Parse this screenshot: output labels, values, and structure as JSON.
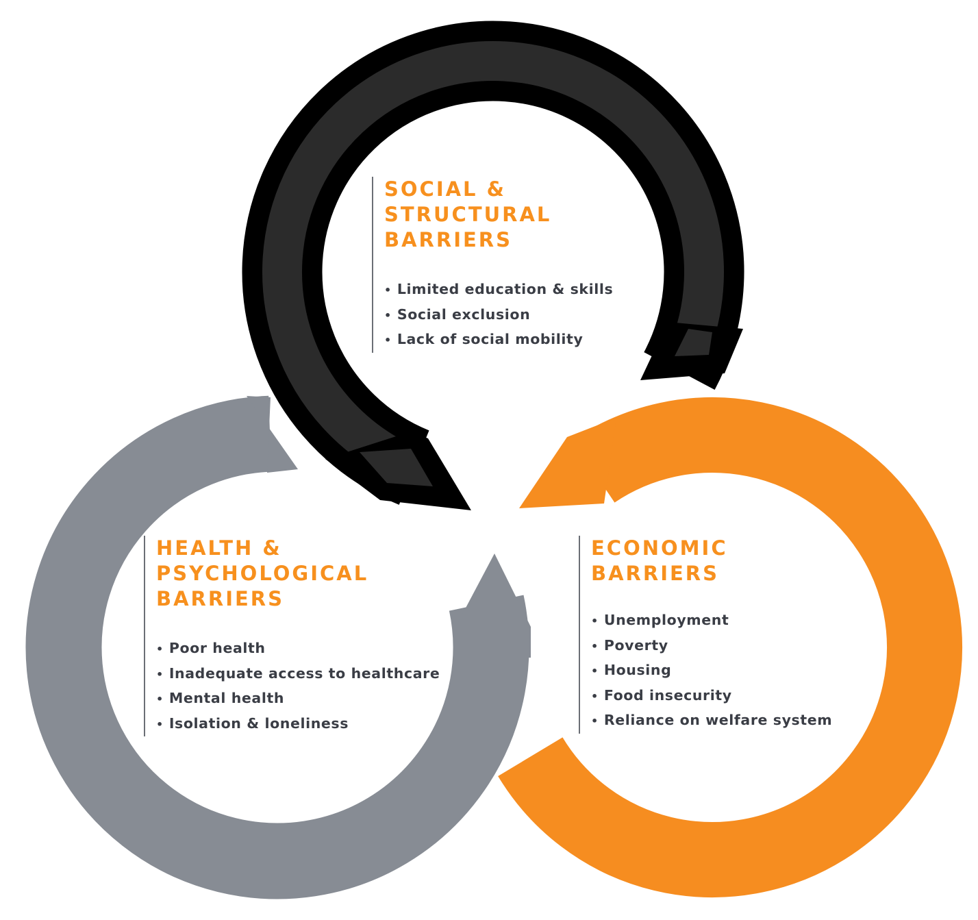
{
  "colors": {
    "social": "#000000",
    "social_inner": "#2b2b2b",
    "health": "#878c94",
    "economic": "#f68d20",
    "heading": "#f7901e",
    "text": "#3a3d45"
  },
  "social": {
    "title": [
      "SOCIAL &",
      "STRUCTURAL",
      "BARRIERS"
    ],
    "items": [
      "Limited education & skills",
      "Social exclusion",
      "Lack of social mobility"
    ]
  },
  "health": {
    "title": [
      "HEALTH &",
      "PSYCHOLOGICAL",
      "BARRIERS"
    ],
    "items": [
      "Poor health",
      "Inadequate access to healthcare",
      "Mental health",
      "Isolation & loneliness"
    ]
  },
  "economic": {
    "title": [
      "ECONOMIC",
      "BARRIERS"
    ],
    "items": [
      "Unemployment",
      "Poverty",
      "Housing",
      "Food insecurity",
      "Reliance on welfare system"
    ]
  }
}
